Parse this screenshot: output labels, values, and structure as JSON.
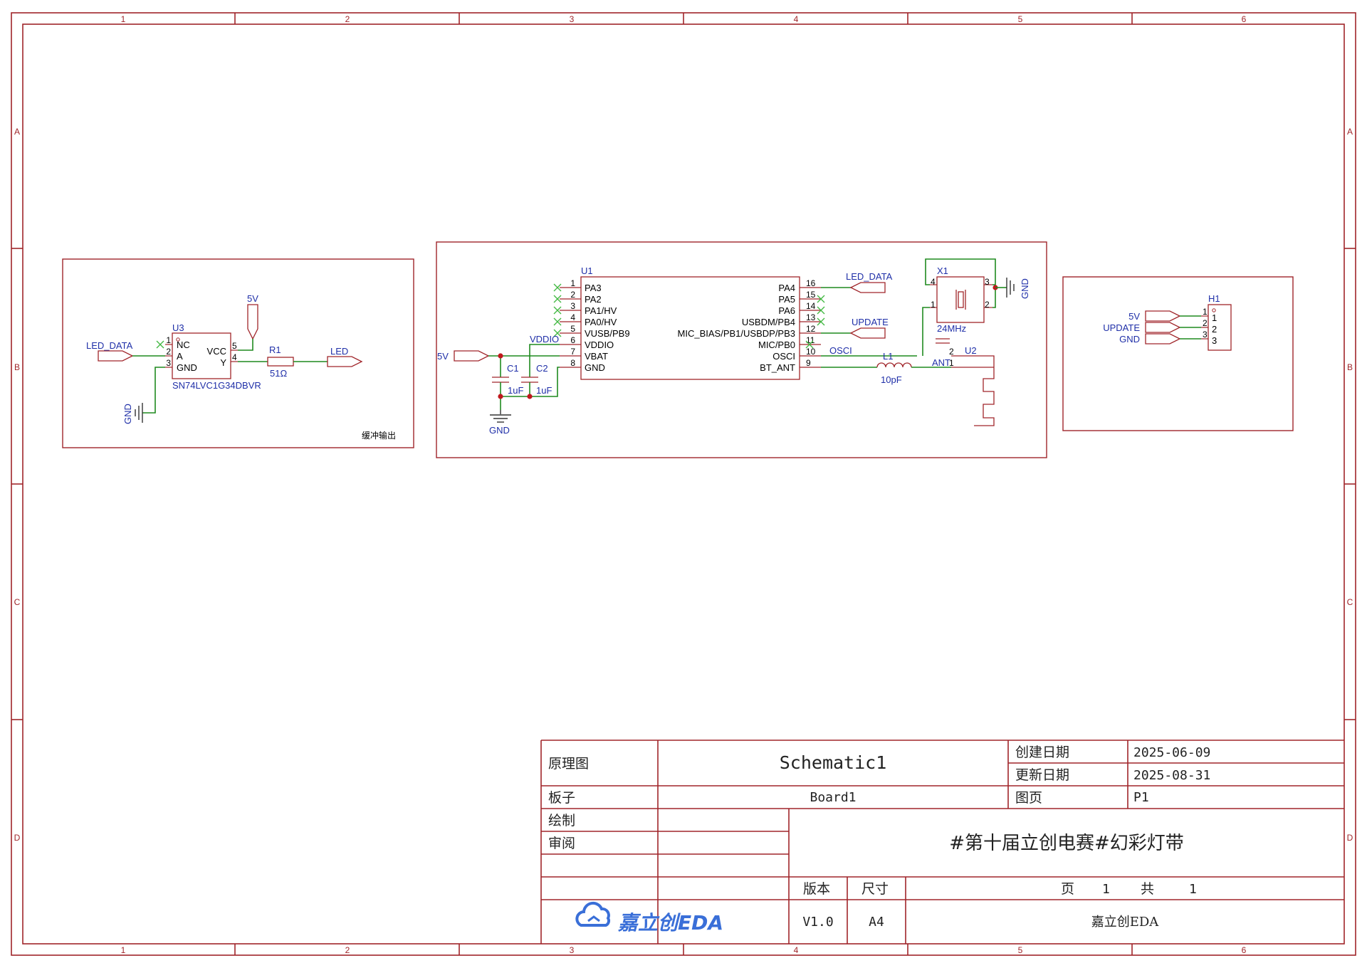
{
  "grid": {
    "columns": [
      "1",
      "2",
      "3",
      "4",
      "5",
      "6"
    ],
    "rows": [
      "A",
      "B",
      "C",
      "D"
    ]
  },
  "colors": {
    "frame": "#a0252a",
    "wire": "#1f8a1f",
    "net": "#1f2fa8",
    "junction": "#c0181d",
    "noconnect": "#42b842"
  },
  "block1": {
    "u3": {
      "ref": "U3",
      "value": "SN74LVC1G34DBVR",
      "pins_left": [
        {
          "num": "1",
          "name": "NC"
        },
        {
          "num": "2",
          "name": "A"
        },
        {
          "num": "3",
          "name": "GND"
        }
      ],
      "pins_right": [
        {
          "num": "5",
          "name": "VCC"
        },
        {
          "num": "4",
          "name": "Y"
        }
      ]
    },
    "r1": {
      "ref": "R1",
      "value": "51Ω"
    },
    "net_in": "LED_DATA",
    "net_5v": "5V",
    "net_out": "LED",
    "net_gnd": "GND",
    "caption": "缓冲输出"
  },
  "block2": {
    "u1": {
      "ref": "U1",
      "pins_left": [
        {
          "num": "1",
          "name": "PA3"
        },
        {
          "num": "2",
          "name": "PA2"
        },
        {
          "num": "3",
          "name": "PA1/HV"
        },
        {
          "num": "4",
          "name": "PA0/HV"
        },
        {
          "num": "5",
          "name": "VUSB/PB9"
        },
        {
          "num": "6",
          "name": "VDDIO"
        },
        {
          "num": "7",
          "name": "VBAT"
        },
        {
          "num": "8",
          "name": "GND"
        }
      ],
      "pins_right": [
        {
          "num": "16",
          "name": "PA4"
        },
        {
          "num": "15",
          "name": "PA5"
        },
        {
          "num": "14",
          "name": "PA6"
        },
        {
          "num": "13",
          "name": "USBDM/PB4"
        },
        {
          "num": "12",
          "name": "MIC_BIAS/PB1/USBDP/PB3"
        },
        {
          "num": "11",
          "name": "MIC/PB0"
        },
        {
          "num": "10",
          "name": "OSCI"
        },
        {
          "num": "9",
          "name": "BT_ANT"
        }
      ]
    },
    "vddio_label": "VDDIO",
    "net_5v": "5V",
    "c1": {
      "ref": "C1",
      "value": "1uF"
    },
    "c2": {
      "ref": "C2",
      "value": "1uF"
    },
    "net_gnd": "GND",
    "net_led_data": "LED_DATA",
    "net_update": "UPDATE",
    "net_osci": "OSCI",
    "l1": {
      "ref": "L1",
      "value": "10pF"
    },
    "x1": {
      "ref": "X1",
      "value": "24MHz",
      "pins": [
        "1",
        "2",
        "3",
        "4"
      ]
    },
    "x1_gnd": "GND",
    "u2": {
      "ref": "U2",
      "ant": "ANT",
      "pins": [
        "2",
        "1"
      ]
    }
  },
  "block3": {
    "h1": {
      "ref": "H1",
      "pins": [
        "1",
        "2",
        "3"
      ]
    },
    "nets": [
      "5V",
      "UPDATE",
      "GND"
    ]
  },
  "title_block": {
    "label_type": "原理图",
    "schematic_name": "Schematic1",
    "label_created": "创建日期",
    "created": "2025-06-09",
    "label_updated": "更新日期",
    "updated": "2025-08-31",
    "label_board": "板子",
    "board": "Board1",
    "label_page": "图页",
    "page": "P1",
    "label_drawn": "绘制",
    "label_review": "审阅",
    "project": "#第十届立创电赛#幻彩灯带",
    "label_version": "版本",
    "label_size": "尺寸",
    "page_of": {
      "label_page": "页",
      "page": "1",
      "label_total": "共",
      "total": "1"
    },
    "version": "V1.0",
    "size": "A4",
    "logo": "嘉立创EDA",
    "company": "嘉立创EDA"
  }
}
